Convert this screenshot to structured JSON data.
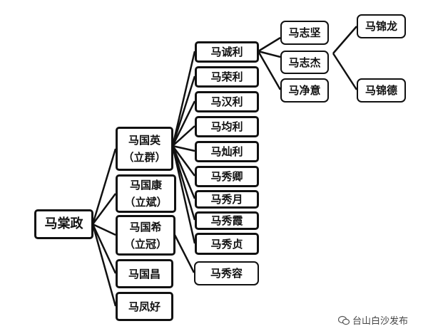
{
  "root": "马棠政",
  "gen2": [
    {
      "name": "马国英",
      "alias": "（立群）"
    },
    {
      "name": "马国康",
      "alias": "（立斌）"
    },
    {
      "name": "马国希",
      "alias": "（立冠）"
    },
    {
      "name": "马国昌"
    },
    {
      "name": "马凤好"
    }
  ],
  "gen3": [
    "马诚利",
    "马荣利",
    "马汉利",
    "马均利",
    "马灿利",
    "马秀卿",
    "马秀月",
    "马秀霞",
    "马秀贞",
    "马秀容"
  ],
  "gen4": [
    "马志坚",
    "马志杰",
    "马净意"
  ],
  "gen5": [
    "马锦龙",
    "马锦德"
  ],
  "watermark": "台山白沙发布"
}
